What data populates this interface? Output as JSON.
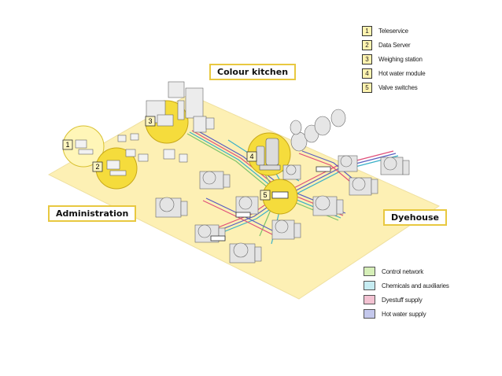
{
  "areas": {
    "colour_kitchen": "Colour kitchen",
    "administration": "Administration",
    "dyehouse": "Dyehouse"
  },
  "callouts": [
    "1",
    "2",
    "3",
    "4",
    "5"
  ],
  "legend_numbers": [
    {
      "num": "1",
      "label": "Teleservice"
    },
    {
      "num": "2",
      "label": "Data Server"
    },
    {
      "num": "3",
      "label": "Weighing station"
    },
    {
      "num": "4",
      "label": "Hot water module"
    },
    {
      "num": "5",
      "label": "Valve switches"
    }
  ],
  "legend_networks": [
    {
      "label": "Control network",
      "color": "#d6efb8"
    },
    {
      "label": "Chemicals and auxiliaries",
      "color": "#c6ecf2"
    },
    {
      "label": "Dyestuff supply",
      "color": "#f3c2d2"
    },
    {
      "label": "Hot water supply",
      "color": "#c4c8ec"
    }
  ],
  "colors": {
    "floor": "#fdf0b4",
    "highlight": "#f5dc3c",
    "control": "#7cc36a",
    "chemicals": "#3ab0c8",
    "dyestuff": "#e0507a",
    "hotwater": "#5a60c0"
  }
}
